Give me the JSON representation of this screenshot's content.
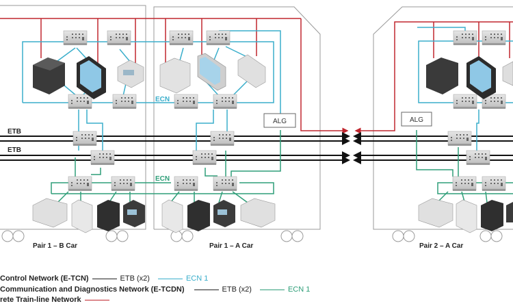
{
  "diagram": {
    "cars": [
      {
        "label": "Pair 1 – B Car"
      },
      {
        "label": "Pair 1 – A Car"
      },
      {
        "label": "Pair 2 – A Car"
      }
    ],
    "network_labels": {
      "etb_top": "ETB",
      "etb_bottom": "ETB",
      "ecn_control": "ECN",
      "ecn_comm": "ECN"
    },
    "gateways": [
      {
        "label": "ALG"
      },
      {
        "label": "ALG"
      }
    ],
    "colors": {
      "ecn_control": "#3aaecb",
      "ecn_comm": "#2e9e78",
      "etb": "#222222",
      "discrete": "#c0262e",
      "car_outline": "#9a9a9a"
    }
  },
  "legend": {
    "rows": [
      {
        "name": "Control Network (E-TCN)",
        "etb": "ETB (x2)",
        "ecn": "ECN 1",
        "ecn_color": "#3aaecb"
      },
      {
        "name": "Communication and Diagnostics Network (E-TCDN)",
        "etb": "ETB (x2)",
        "ecn": "ECN 1",
        "ecn_color": "#2e9e78"
      },
      {
        "name": "rete Train-line Network",
        "color": "#c0262e"
      }
    ]
  }
}
